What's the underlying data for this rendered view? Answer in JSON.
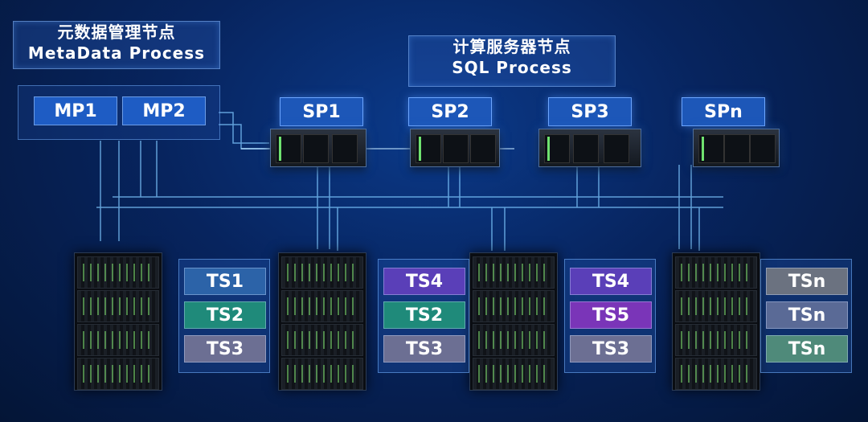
{
  "metadata_group": {
    "title_cn": "元数据管理节点",
    "title_en": "MetaData Process",
    "nodes": [
      "MP1",
      "MP2"
    ]
  },
  "sql_group": {
    "title_cn": "计算服务器节点",
    "title_en": "SQL Process",
    "nodes": [
      "SP1",
      "SP2",
      "SP3",
      "SPn"
    ]
  },
  "storage_racks": [
    {
      "tablets": [
        {
          "label": "TS1",
          "color": "#2c63a8"
        },
        {
          "label": "TS2",
          "color": "#1f8a7a"
        },
        {
          "label": "TS3",
          "color": "#6c6f93"
        }
      ]
    },
    {
      "tablets": [
        {
          "label": "TS4",
          "color": "#5a3fb8"
        },
        {
          "label": "TS2",
          "color": "#1f8a7a"
        },
        {
          "label": "TS3",
          "color": "#6c6f93"
        }
      ]
    },
    {
      "tablets": [
        {
          "label": "TS4",
          "color": "#5a3fb8"
        },
        {
          "label": "TS5",
          "color": "#7a35b8"
        },
        {
          "label": "TS3",
          "color": "#6c6f93"
        }
      ]
    },
    {
      "tablets": [
        {
          "label": "TSn",
          "color": "#6b7280"
        },
        {
          "label": "TSn",
          "color": "#5a6a96"
        },
        {
          "label": "TSn",
          "color": "#4f8a7a"
        }
      ]
    }
  ],
  "colors": {
    "accent": "#3f9cff",
    "line": "#6fc3ff"
  }
}
